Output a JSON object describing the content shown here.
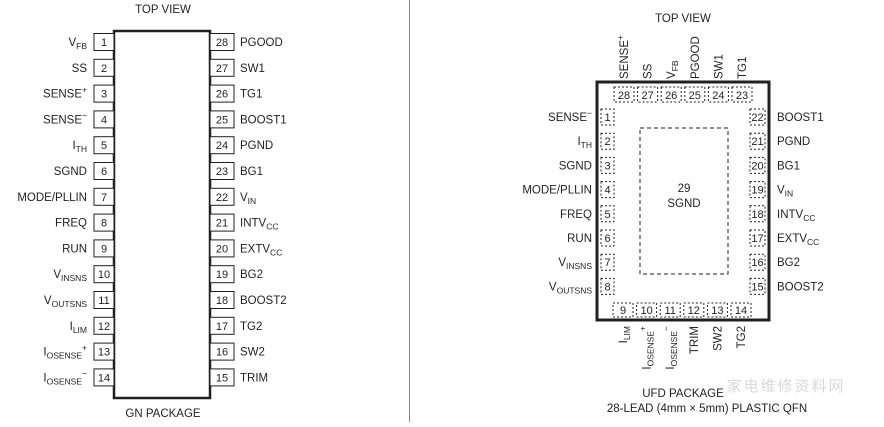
{
  "tssop": {
    "top_label": "TOP VIEW",
    "package_label": "GN PACKAGE",
    "left_pins": [
      {
        "num": "1",
        "label": "VFB",
        "base": "V",
        "sub": "FB",
        "sup": ""
      },
      {
        "num": "2",
        "label": "SS",
        "base": "SS",
        "sub": "",
        "sup": ""
      },
      {
        "num": "3",
        "label": "SENSE+",
        "base": "SENSE",
        "sub": "",
        "sup": "+"
      },
      {
        "num": "4",
        "label": "SENSE−",
        "base": "SENSE",
        "sub": "",
        "sup": "−"
      },
      {
        "num": "5",
        "label": "ITH",
        "base": "I",
        "sub": "TH",
        "sup": ""
      },
      {
        "num": "6",
        "label": "SGND",
        "base": "SGND",
        "sub": "",
        "sup": ""
      },
      {
        "num": "7",
        "label": "MODE/PLLIN",
        "base": "MODE/PLLIN",
        "sub": "",
        "sup": ""
      },
      {
        "num": "8",
        "label": "FREQ",
        "base": "FREQ",
        "sub": "",
        "sup": ""
      },
      {
        "num": "9",
        "label": "RUN",
        "base": "RUN",
        "sub": "",
        "sup": ""
      },
      {
        "num": "10",
        "label": "VINSNS",
        "base": "V",
        "sub": "INSNS",
        "sup": ""
      },
      {
        "num": "11",
        "label": "VOUTSNS",
        "base": "V",
        "sub": "OUTSNS",
        "sup": ""
      },
      {
        "num": "12",
        "label": "ILIM",
        "base": "I",
        "sub": "LIM",
        "sup": ""
      },
      {
        "num": "13",
        "label": "IOSENSE+",
        "base": "I",
        "sub": "OSENSE",
        "sup": "+"
      },
      {
        "num": "14",
        "label": "IOSENSE−",
        "base": "I",
        "sub": "OSENSE",
        "sup": "−"
      }
    ],
    "right_pins": [
      {
        "num": "28",
        "label": "PGOOD",
        "base": "PGOOD",
        "sub": "",
        "sup": ""
      },
      {
        "num": "27",
        "label": "SW1",
        "base": "SW1",
        "sub": "",
        "sup": ""
      },
      {
        "num": "26",
        "label": "TG1",
        "base": "TG1",
        "sub": "",
        "sup": ""
      },
      {
        "num": "25",
        "label": "BOOST1",
        "base": "BOOST1",
        "sub": "",
        "sup": ""
      },
      {
        "num": "24",
        "label": "PGND",
        "base": "PGND",
        "sub": "",
        "sup": ""
      },
      {
        "num": "23",
        "label": "BG1",
        "base": "BG1",
        "sub": "",
        "sup": ""
      },
      {
        "num": "22",
        "label": "VIN",
        "base": "V",
        "sub": "IN",
        "sup": ""
      },
      {
        "num": "21",
        "label": "INTVCC",
        "base": "INTV",
        "sub": "CC",
        "sup": ""
      },
      {
        "num": "20",
        "label": "EXTVCC",
        "base": "EXTV",
        "sub": "CC",
        "sup": ""
      },
      {
        "num": "19",
        "label": "BG2",
        "base": "BG2",
        "sub": "",
        "sup": ""
      },
      {
        "num": "18",
        "label": "BOOST2",
        "base": "BOOST2",
        "sub": "",
        "sup": ""
      },
      {
        "num": "17",
        "label": "TG2",
        "base": "TG2",
        "sub": "",
        "sup": ""
      },
      {
        "num": "16",
        "label": "SW2",
        "base": "SW2",
        "sub": "",
        "sup": ""
      },
      {
        "num": "15",
        "label": "TRIM",
        "base": "TRIM",
        "sub": "",
        "sup": ""
      }
    ]
  },
  "qfn": {
    "top_label": "TOP VIEW",
    "package_label": "UFD PACKAGE",
    "package_desc": "28-LEAD (4mm × 5mm) PLASTIC QFN",
    "exposed_pad_num": "29",
    "exposed_pad_label": "SGND",
    "top_pins": [
      {
        "num": "28",
        "label": "SENSE+",
        "base": "SENSE",
        "sub": "",
        "sup": "+"
      },
      {
        "num": "27",
        "label": "SS",
        "base": "SS",
        "sub": "",
        "sup": ""
      },
      {
        "num": "26",
        "label": "VFB",
        "base": "V",
        "sub": "FB",
        "sup": ""
      },
      {
        "num": "25",
        "label": "PGOOD",
        "base": "PGOOD",
        "sub": "",
        "sup": ""
      },
      {
        "num": "24",
        "label": "SW1",
        "base": "SW1",
        "sub": "",
        "sup": ""
      },
      {
        "num": "23",
        "label": "TG1",
        "base": "TG1",
        "sub": "",
        "sup": ""
      }
    ],
    "left_pins": [
      {
        "num": "1",
        "label": "SENSE−",
        "base": "SENSE",
        "sub": "",
        "sup": "−"
      },
      {
        "num": "2",
        "label": "ITH",
        "base": "I",
        "sub": "TH",
        "sup": ""
      },
      {
        "num": "3",
        "label": "SGND",
        "base": "SGND",
        "sub": "",
        "sup": ""
      },
      {
        "num": "4",
        "label": "MODE/PLLIN",
        "base": "MODE/PLLIN",
        "sub": "",
        "sup": ""
      },
      {
        "num": "5",
        "label": "FREQ",
        "base": "FREQ",
        "sub": "",
        "sup": ""
      },
      {
        "num": "6",
        "label": "RUN",
        "base": "RUN",
        "sub": "",
        "sup": ""
      },
      {
        "num": "7",
        "label": "VINSNS",
        "base": "V",
        "sub": "INSNS",
        "sup": ""
      },
      {
        "num": "8",
        "label": "VOUTSNS",
        "base": "V",
        "sub": "OUTSNS",
        "sup": ""
      }
    ],
    "right_pins": [
      {
        "num": "22",
        "label": "BOOST1",
        "base": "BOOST1",
        "sub": "",
        "sup": ""
      },
      {
        "num": "21",
        "label": "PGND",
        "base": "PGND",
        "sub": "",
        "sup": ""
      },
      {
        "num": "20",
        "label": "BG1",
        "base": "BG1",
        "sub": "",
        "sup": ""
      },
      {
        "num": "19",
        "label": "VIN",
        "base": "V",
        "sub": "IN",
        "sup": ""
      },
      {
        "num": "18",
        "label": "INTVCC",
        "base": "INTV",
        "sub": "CC",
        "sup": ""
      },
      {
        "num": "17",
        "label": "EXTVCC",
        "base": "EXTV",
        "sub": "CC",
        "sup": ""
      },
      {
        "num": "16",
        "label": "BG2",
        "base": "BG2",
        "sub": "",
        "sup": ""
      },
      {
        "num": "15",
        "label": "BOOST2",
        "base": "BOOST2",
        "sub": "",
        "sup": ""
      }
    ],
    "bottom_pins": [
      {
        "num": "9",
        "label": "ILIM",
        "base": "I",
        "sub": "LIM",
        "sup": ""
      },
      {
        "num": "10",
        "label": "IOSENSE+",
        "base": "I",
        "sub": "OSENSE",
        "sup": "+"
      },
      {
        "num": "11",
        "label": "IOSENSE−",
        "base": "I",
        "sub": "OSENSE",
        "sup": "−"
      },
      {
        "num": "12",
        "label": "TRIM",
        "base": "TRIM",
        "sub": "",
        "sup": ""
      },
      {
        "num": "13",
        "label": "SW2",
        "base": "SW2",
        "sub": "",
        "sup": ""
      },
      {
        "num": "14",
        "label": "TG2",
        "base": "TG2",
        "sub": "",
        "sup": ""
      }
    ]
  },
  "watermark": "家电维修资料网"
}
